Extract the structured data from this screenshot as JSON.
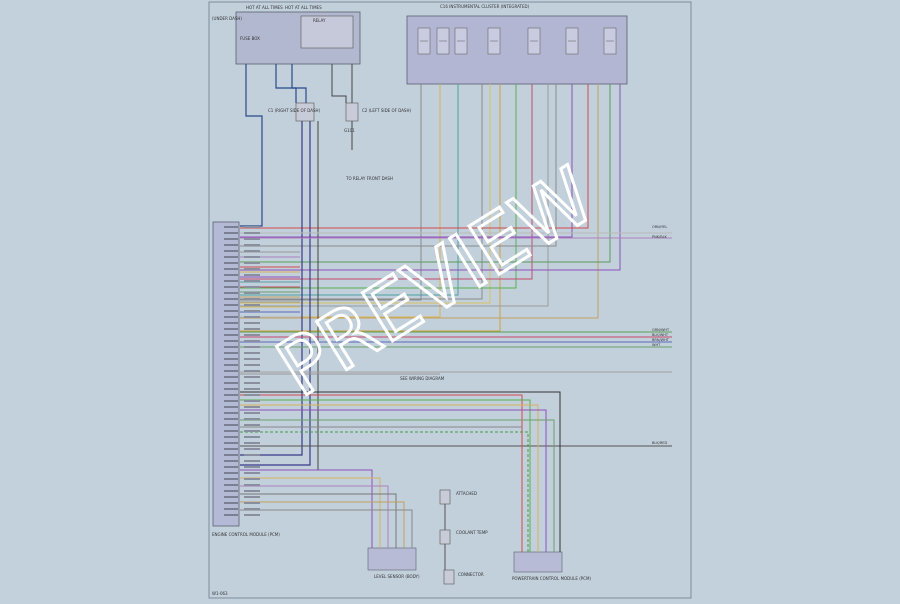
{
  "diagram": {
    "watermark": "PREVIEW",
    "fuse_labels": [
      "HOT AT ALL TIMES",
      "HOT AT ALL TIMES"
    ],
    "underdash_label": "(UNDER DASH)",
    "fuse_box_label": "FUSE BOX",
    "relay_label": "RELAY",
    "top_connector_title": "C16 INSTRUMENTAL CLUSTER (INTEGRATED)",
    "connector_c1_label": "C1 (RIGHT SIDE OF DASH)",
    "connector_c2_label": "C2 (LEFT SIDE OF DASH)",
    "ground_label": "G101",
    "relay_note": "TO RELAY FRONT DASH",
    "module_label": "ENGINE CONTROL MODULE (PCM)",
    "bottom_mid_label": "LEVEL SENSOR (BODY)",
    "bottom_mid2_label": "ATTACHED",
    "bottom_mid3_label": "COOLANT TEMP",
    "bottom_mid4_label": "CONNECTOR",
    "bottom_right_label": "POWERTRAIN CONTROL MODULE (PCM)",
    "right_labels": [
      "ORN/YEL",
      "PNK/BLK",
      "GRN/WHT",
      "BLK/WHT",
      "BRN/WHT",
      "WHT",
      "BLK/RED"
    ],
    "midline_label": "SEE WIRING DIAGRAM",
    "corner_label": "W1-063"
  }
}
